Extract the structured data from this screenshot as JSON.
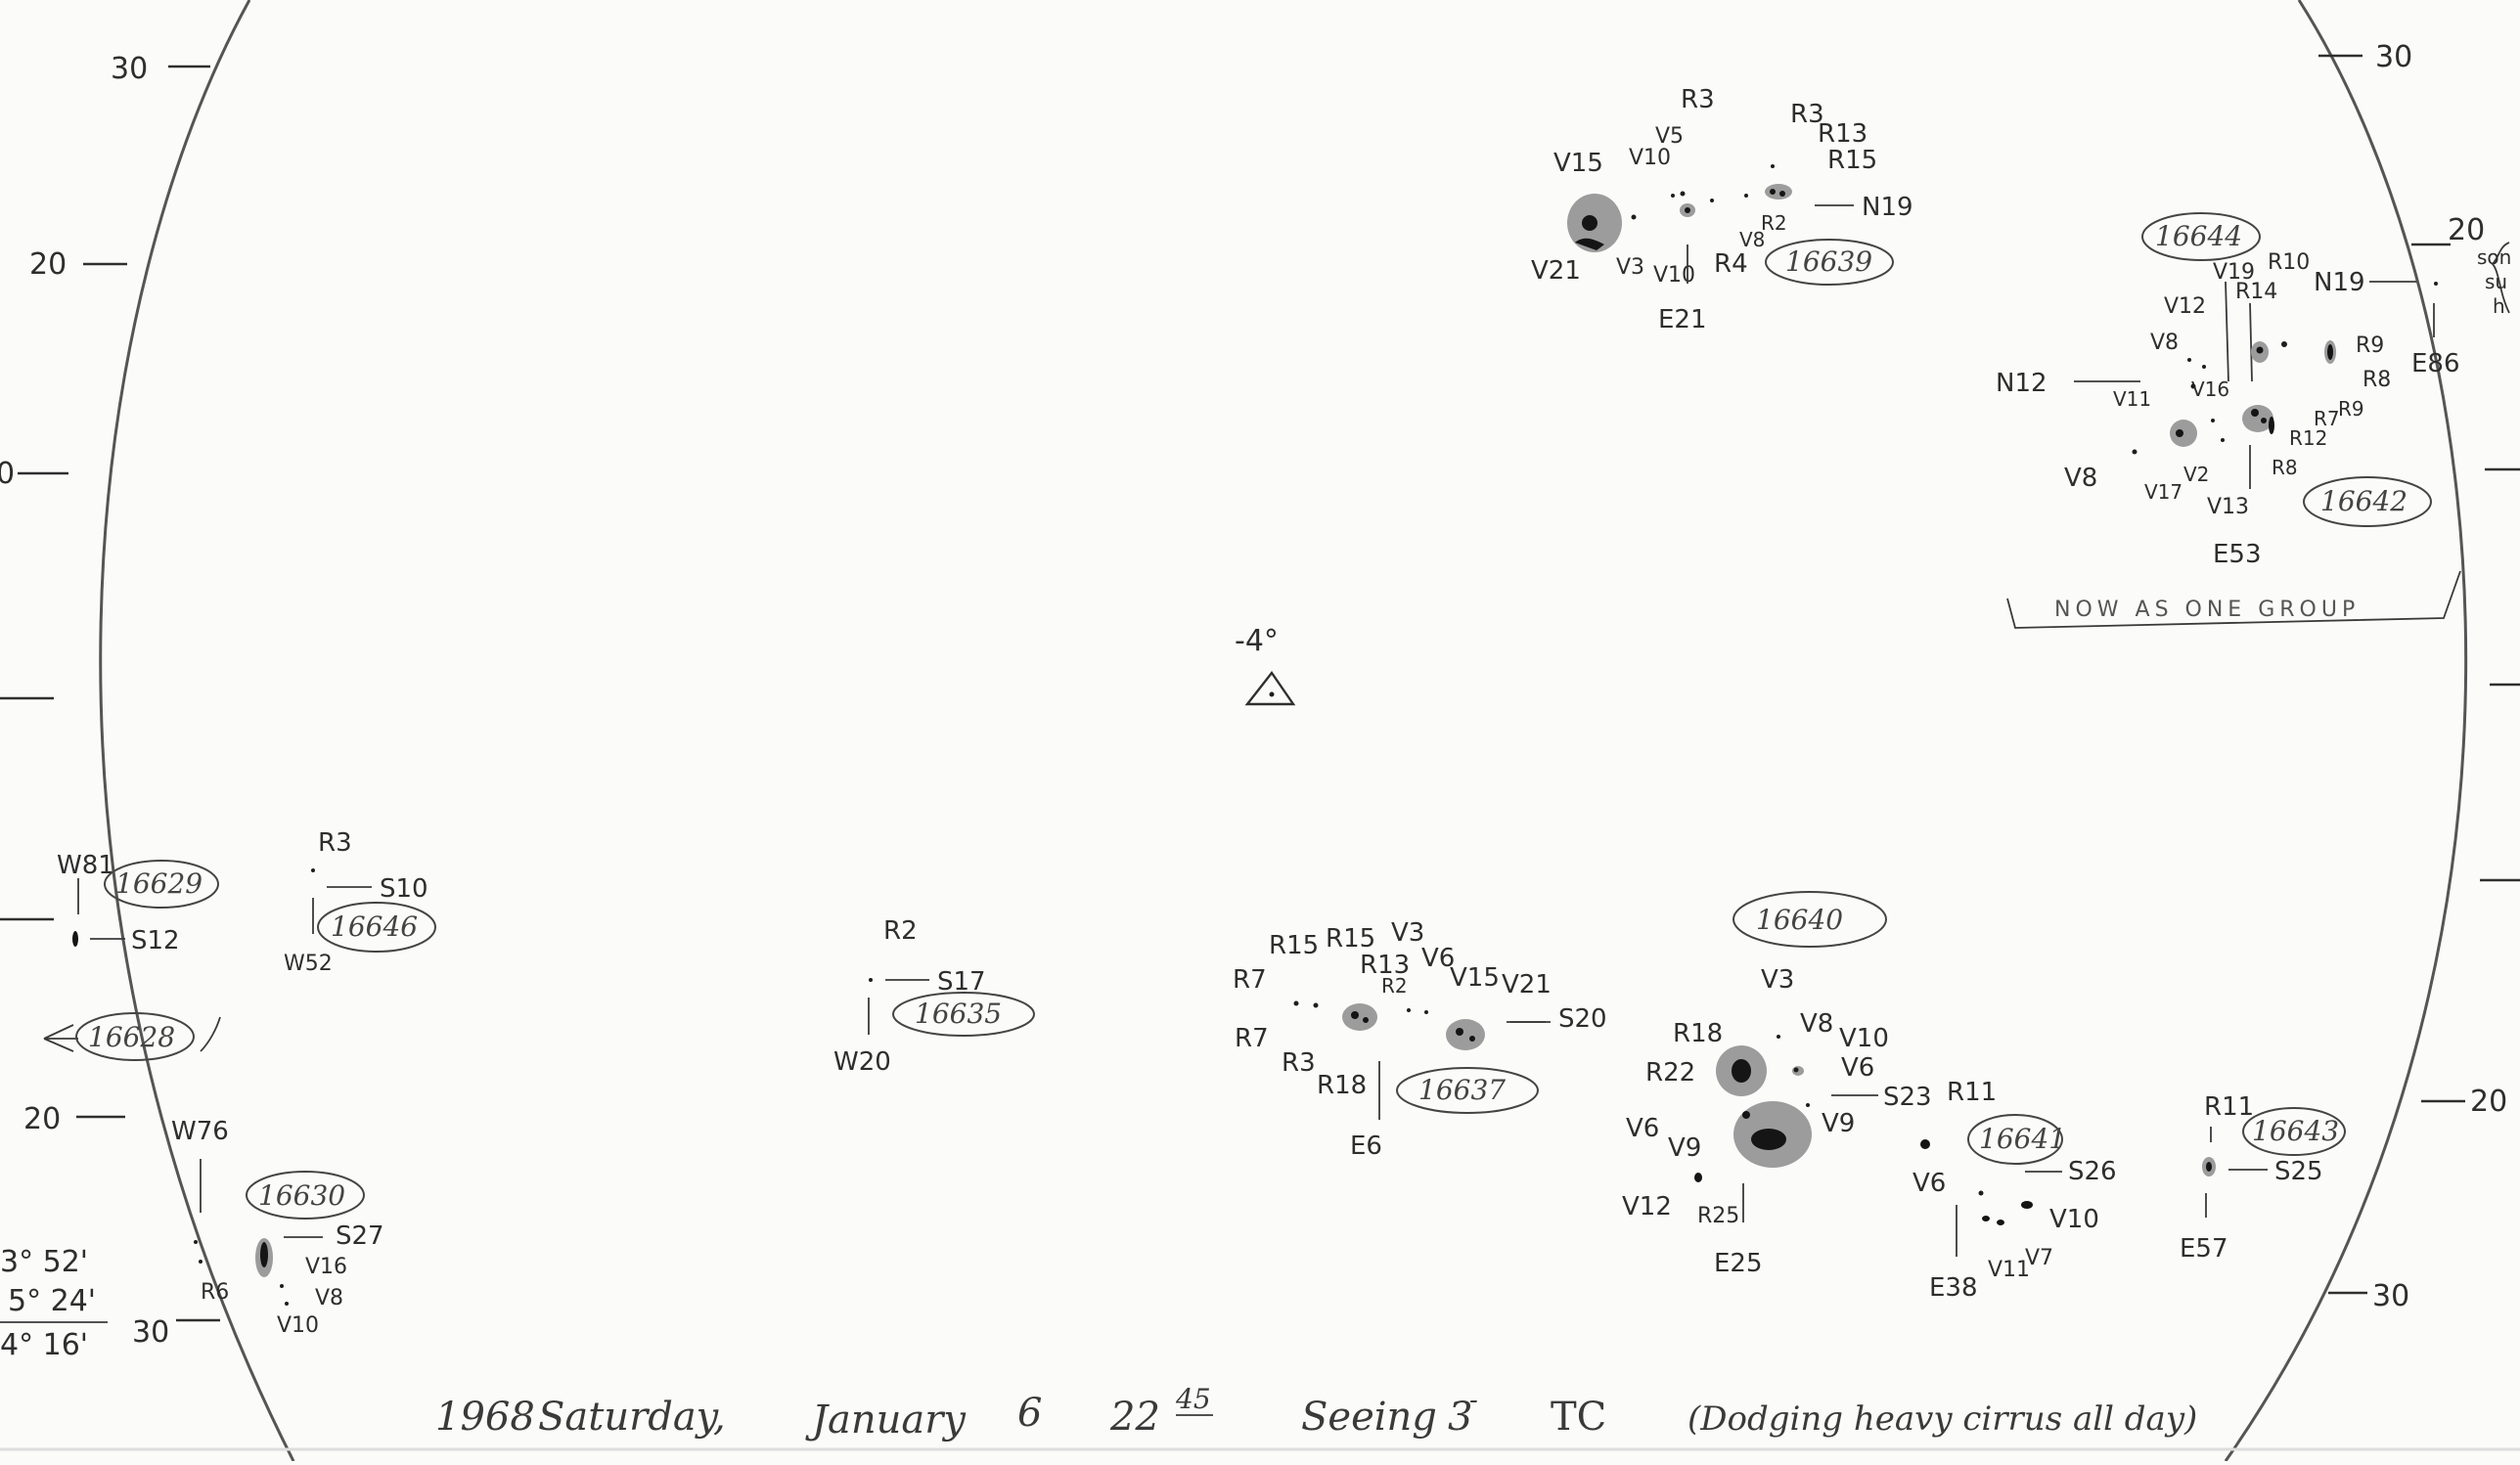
{
  "title_line": {
    "year": "1968",
    "day": "Saturday,",
    "month": "January",
    "date": "6",
    "time_hours": "22",
    "time_minutes": "45",
    "seeing_label": "Seeing",
    "seeing_value": "3",
    "seeing_suffix": "-",
    "observer": "TC",
    "note": "(Dodging heavy cirrus all day)"
  },
  "center_marker": {
    "label": "-4°"
  },
  "scale_left": [
    "30",
    "20",
    "0",
    "20",
    "30"
  ],
  "scale_right": [
    "30",
    "20",
    "20",
    "30"
  ],
  "angles": [
    "3° 52'",
    "5° 24'",
    "4° 16'"
  ],
  "side_note": [
    "son",
    "su",
    "h"
  ],
  "groups": [
    {
      "number": "16629",
      "pos": [
        "W81",
        "S12"
      ],
      "labels": []
    },
    {
      "number": "16646",
      "pos": [
        "W52",
        "S10"
      ],
      "labels": [
        "R3"
      ]
    },
    {
      "number": "16628",
      "pos": [],
      "labels": []
    },
    {
      "number": "16630",
      "pos": [
        "W76",
        "S27"
      ],
      "labels": [
        "R6",
        "V16",
        "V8",
        "V10"
      ]
    },
    {
      "number": "16635",
      "pos": [
        "W20",
        "S17"
      ],
      "labels": [
        "R2"
      ]
    },
    {
      "number": "16637",
      "pos": [
        "E6",
        "S20"
      ],
      "labels": [
        "R7",
        "R15",
        "R15",
        "R13",
        "R2",
        "V3",
        "V6",
        "V15",
        "V21",
        "R7",
        "R3",
        "R18"
      ]
    },
    {
      "number": "16639",
      "pos": [
        "E21",
        "N19"
      ],
      "labels": [
        "V15",
        "V10",
        "V5",
        "R3",
        "R3",
        "R13",
        "R15",
        "R2",
        "V8",
        "R4",
        "V10",
        "V3",
        "V21"
      ]
    },
    {
      "number": "16640",
      "pos": [
        "E25",
        "S23"
      ],
      "labels": [
        "V3",
        "R18",
        "V8",
        "V10",
        "R22",
        "V6",
        "V6",
        "V9",
        "V9",
        "V12",
        "R25"
      ]
    },
    {
      "number": "16641",
      "pos": [
        "E38",
        "S26"
      ],
      "labels": [
        "R11",
        "V6",
        "V10",
        "V11",
        "V7"
      ]
    },
    {
      "number": "16643",
      "pos": [
        "E57",
        "S25"
      ],
      "labels": [
        "R11"
      ]
    },
    {
      "number": "16644",
      "pos": [
        "E86",
        "N19"
      ],
      "labels": [
        "V19",
        "R10",
        "V12",
        "R14",
        "R9",
        "V8",
        "R8",
        "V11",
        "V16",
        "R7",
        "R9",
        "R12",
        "R8",
        "V8",
        "V17",
        "V2",
        "V13"
      ]
    },
    {
      "number": "16642",
      "pos": [
        "E53",
        "N12"
      ],
      "labels": []
    }
  ],
  "group_note": "NOW AS ONE GROUP"
}
